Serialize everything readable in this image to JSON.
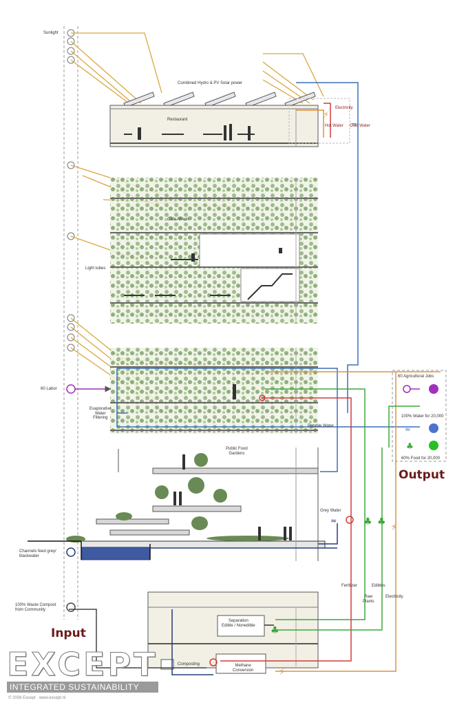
{
  "labels": {
    "sunlight": "Sunlight",
    "solar": "Combined Hydro & PV Solar power",
    "restaurant": "Restaurant",
    "electricity_top": "Electricity",
    "hot_water": "Hot Water",
    "cold_water": "Cold Water",
    "cafe_atrium": "Cafe Atrium",
    "light_tubes": "Light tubes",
    "labor": "60 Labor",
    "evaporative": "Evaporative\nWater\nFiltering",
    "potable": "Potable Water",
    "public_food": "Public Food\nGardens",
    "grey_water": "Grey Water",
    "channels": "Channels feed grey/\nblackwater",
    "waste_compost": "100% Waste Compost\nfrom Community",
    "fertilizer": "Fertilizer",
    "raw_plants": "Raw\nPlants",
    "edibles": "Edibles",
    "electricity_bottom": "Electricity",
    "separation": "Separation\nEdible / Nonedible",
    "composting": "Composting",
    "methane": "Methane\nConversion",
    "ag_jobs": "60 Agricultural Jobs",
    "water_out": "100% Water for 20,000",
    "food_out": "60% Food for 20,000",
    "input": "Input",
    "output": "Output"
  },
  "logo": {
    "name": "EXCEPT",
    "tagline": "INTEGRATED SUSTAINABILITY",
    "copyright": "© 2008 Except · www.except.nl"
  },
  "colors": {
    "sun": "#d9a63c",
    "water": "#3c6fb4",
    "orange": "#e0903a",
    "red": "#d23a3a",
    "green": "#3aa83a",
    "purple": "#9b2fb5",
    "navy": "#233a75",
    "output_purple": "#a030c0",
    "output_blue": "#4a74d0",
    "output_green": "#25c025",
    "title": "#6b1a1a"
  }
}
